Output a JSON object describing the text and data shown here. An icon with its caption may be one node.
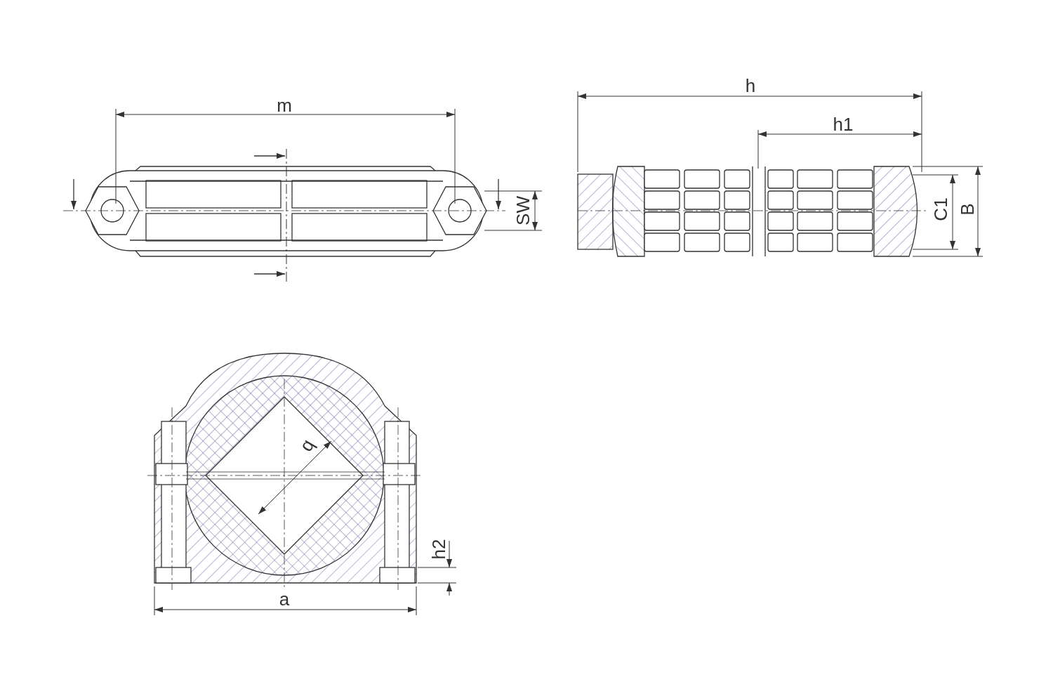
{
  "diagram": {
    "labels": [
      "h",
      "m",
      "h1",
      "C1",
      "B",
      "SW",
      "q",
      "h2",
      "a"
    ]
  }
}
